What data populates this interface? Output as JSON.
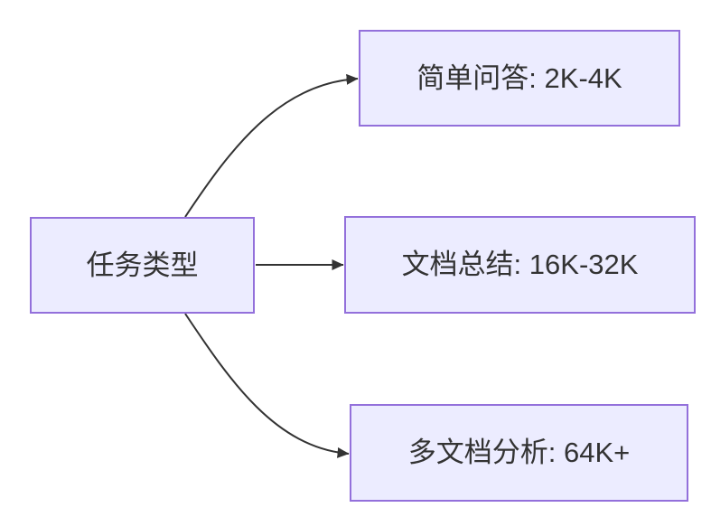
{
  "diagram": {
    "type": "flowchart-left-to-right",
    "root": {
      "id": "task-type",
      "label": "任务类型"
    },
    "nodes": [
      {
        "id": "simple-qa",
        "label": "简单问答: 2K-4K"
      },
      {
        "id": "doc-summary",
        "label": "文档总结: 16K-32K"
      },
      {
        "id": "multi-doc",
        "label": "多文档分析: 64K+"
      }
    ],
    "edges": [
      {
        "from": "task-type",
        "to": "simple-qa"
      },
      {
        "from": "task-type",
        "to": "doc-summary"
      },
      {
        "from": "task-type",
        "to": "multi-doc"
      }
    ],
    "colors": {
      "background": "#FFFFFF",
      "node_fill": "#ECECFF",
      "node_border": "#9370DB",
      "edge_stroke": "#333333",
      "text": "#333333"
    }
  }
}
